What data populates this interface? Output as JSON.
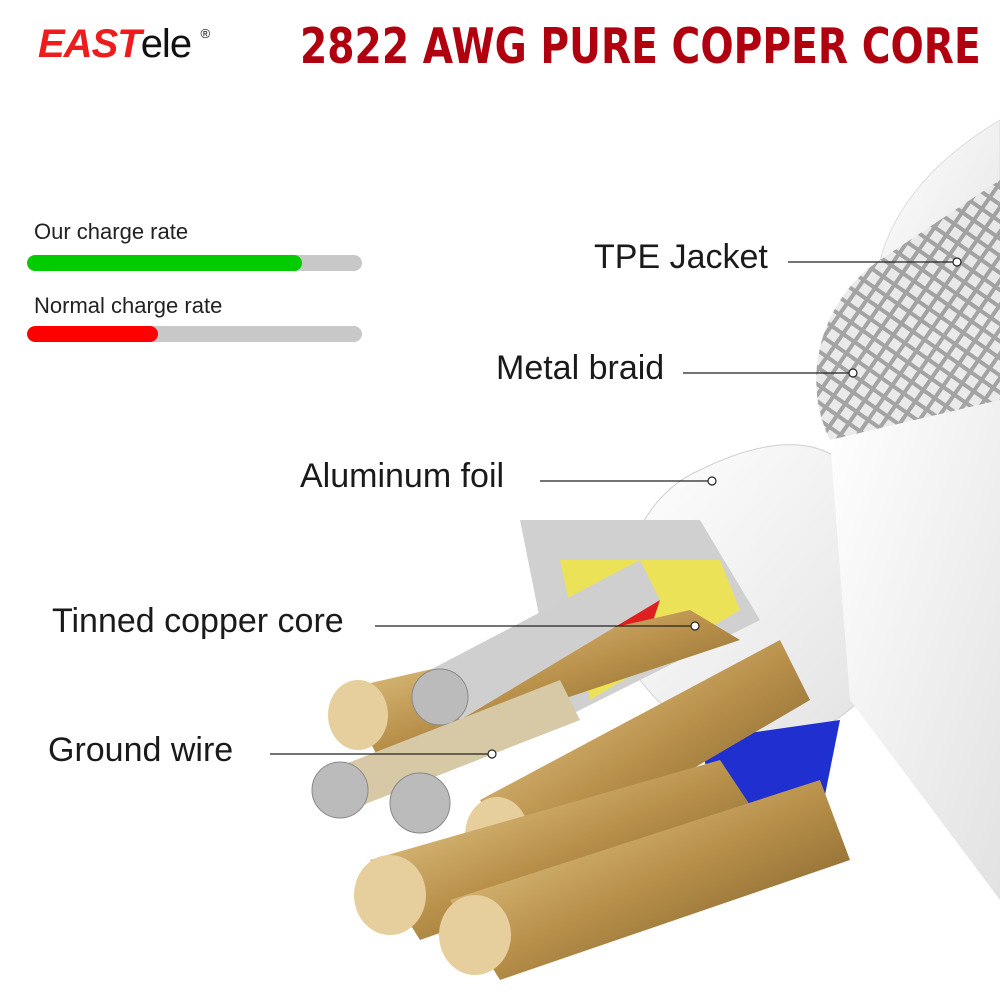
{
  "brand": {
    "east": "EAST",
    "ele": "ele",
    "reg": "®"
  },
  "title": "2822 AWG PURE COPPER CORE",
  "charge_rates": [
    {
      "label": "Our charge rate",
      "fraction": 0.82,
      "color": "#00cc00"
    },
    {
      "label": "Normal charge rate",
      "fraction": 0.39,
      "color": "#ff0000"
    }
  ],
  "callouts": {
    "tpe": "TPE Jacket",
    "braid": "Metal braid",
    "foil": "Aluminum foil",
    "tinned": "Tinned copper core",
    "ground": "Ground wire"
  },
  "colors": {
    "title": "#b00010",
    "track": "#c8c8c8"
  }
}
